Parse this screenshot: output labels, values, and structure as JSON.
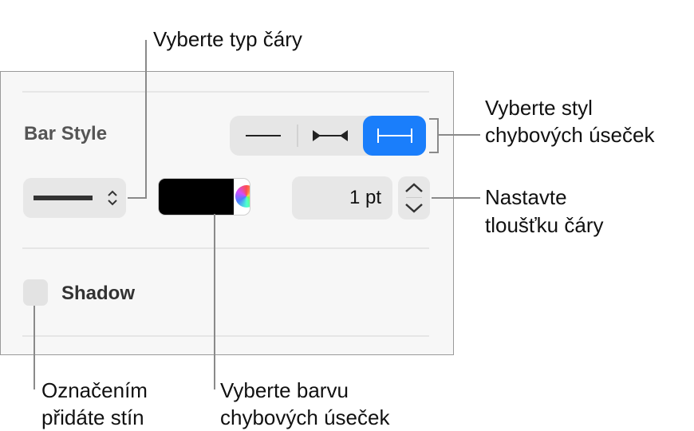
{
  "panel": {
    "section_label": "Bar Style",
    "style_segments": [
      {
        "icon": "line-no-caps-icon",
        "selected": false
      },
      {
        "icon": "line-arrow-caps-icon",
        "selected": false
      },
      {
        "icon": "line-flat-caps-icon",
        "selected": true
      }
    ],
    "line_type_icon": "solid-line-icon",
    "color": {
      "swatch": "#000000",
      "wheel_icon": "color-wheel-icon"
    },
    "stroke_width": {
      "value": "1 pt"
    },
    "shadow": {
      "label": "Shadow",
      "checked": false
    },
    "accent_color": "#1a7efb"
  },
  "callouts": {
    "line_type": "Vyberte typ čáry",
    "bar_style_line1": "Vyberte styl",
    "bar_style_line2": "chybových úseček",
    "stroke_line1": "Nastavte",
    "stroke_line2": "tloušťku čáry",
    "shadow_line1": "Označením",
    "shadow_line2": "přidáte stín",
    "color_line1": "Vyberte barvu",
    "color_line2": "chybových úseček"
  }
}
